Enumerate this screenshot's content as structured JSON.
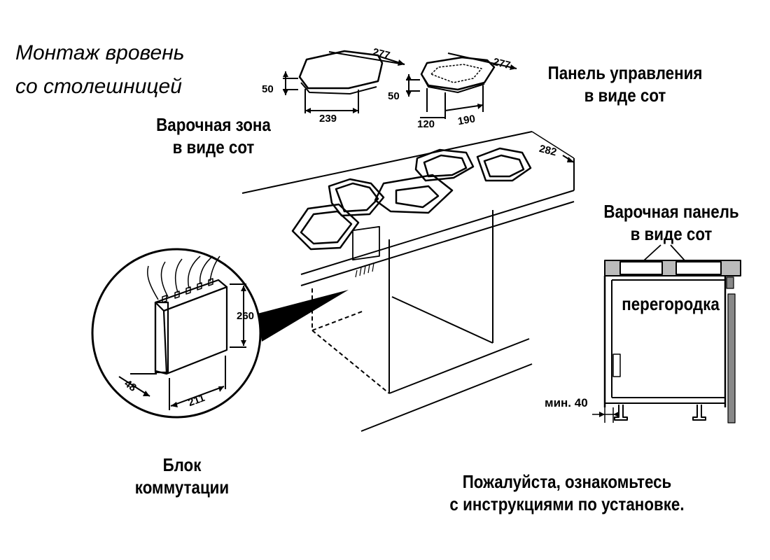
{
  "title": {
    "line1": "Монтаж вровень",
    "line2": "со столешницей"
  },
  "labels": {
    "cooking_zone": [
      "Варочная зона",
      "в виде сот"
    ],
    "control_panel": [
      "Панель управления",
      "в виде сот"
    ],
    "hob": [
      "Варочная панель",
      "в виде сот"
    ],
    "partition": "перегородка",
    "min_gap": "мин. 40",
    "switch_block": [
      "Блок",
      "коммутации"
    ],
    "instructions": [
      "Пожалуйста, ознакомьтесь",
      "с инструкциями по установке."
    ]
  },
  "dimensions": {
    "zone_width": "277",
    "zone_height": "50",
    "zone_depth": "239",
    "panel_width": "277",
    "panel_height": "50",
    "panel_offset": "120",
    "panel_depth": "190",
    "counter_depth": "282",
    "block_height": "260",
    "block_width": "211",
    "block_depth": "48"
  },
  "colors": {
    "ink": "#000000",
    "background": "#ffffff",
    "counter_gray": "#8a8a8a"
  }
}
